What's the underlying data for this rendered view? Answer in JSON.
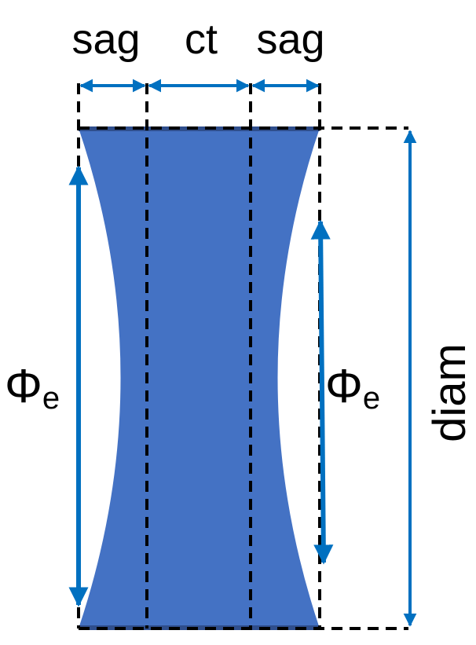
{
  "labels": {
    "sag_left": "sag",
    "center_thickness": "ct",
    "sag_right": "sag",
    "edge_diameter_left": {
      "symbol": "Φ",
      "subscript": "e"
    },
    "edge_diameter_right": {
      "symbol": "Φ",
      "subscript": "e"
    },
    "diameter": "diam"
  },
  "colors": {
    "lens_fill": "#4472C4",
    "lens_edge": "#2F4E8C",
    "arrow": "#0070C0",
    "dash": "#000000"
  }
}
